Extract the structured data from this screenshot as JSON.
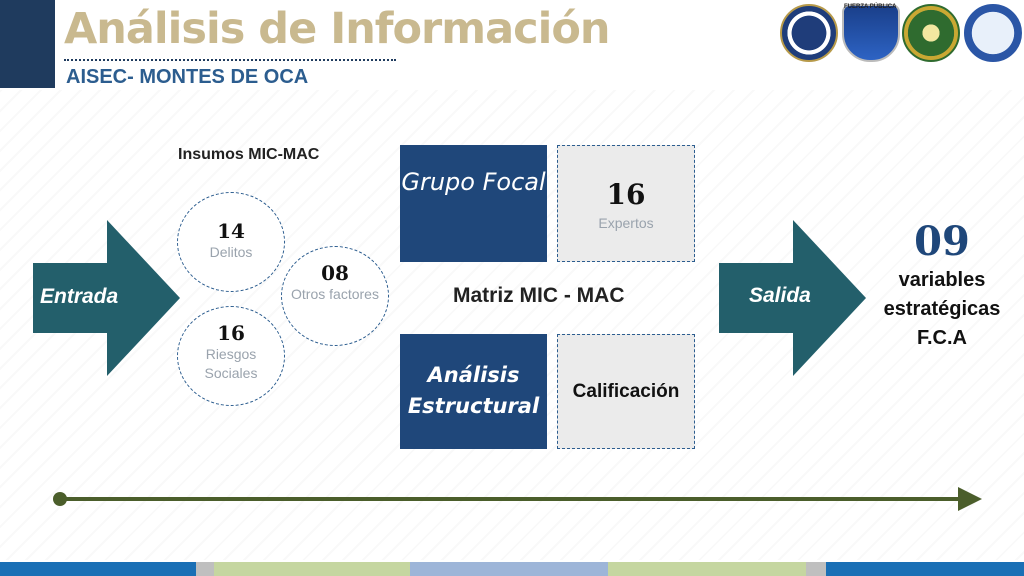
{
  "header": {
    "title": "Análisis de Información",
    "subtitle": "AISEC- MONTES DE OCA",
    "logo_caption": "FUERZA PÚBLICA"
  },
  "insumos": {
    "title": "Insumos MIC-MAC",
    "items": [
      {
        "value": "14",
        "label": "Delitos"
      },
      {
        "value": "08",
        "label": "Otros factores"
      },
      {
        "value": "16",
        "label": "Riesgos Sociales"
      }
    ]
  },
  "arrows": {
    "entrada": "Entrada",
    "salida": "Salida"
  },
  "process": {
    "grupo_focal": "Grupo Focal",
    "expertos_value": "16",
    "expertos_label": "Expertos",
    "matriz_label": "Matriz MIC - MAC",
    "analisis_estructural": "Análisis Estructural",
    "calificacion": "Calificación"
  },
  "result": {
    "value": "09",
    "label": "variables estratégicas F.C.A"
  },
  "colors": {
    "accent_teal": "#235f6b",
    "dark_blue": "#1f477a",
    "title_gold": "#c9b98f",
    "timeline_green": "#4b5e2b"
  },
  "icons": [
    "us-embassy-logo",
    "fuerza-publica-logo",
    "police-logo",
    "aisec-logo"
  ]
}
